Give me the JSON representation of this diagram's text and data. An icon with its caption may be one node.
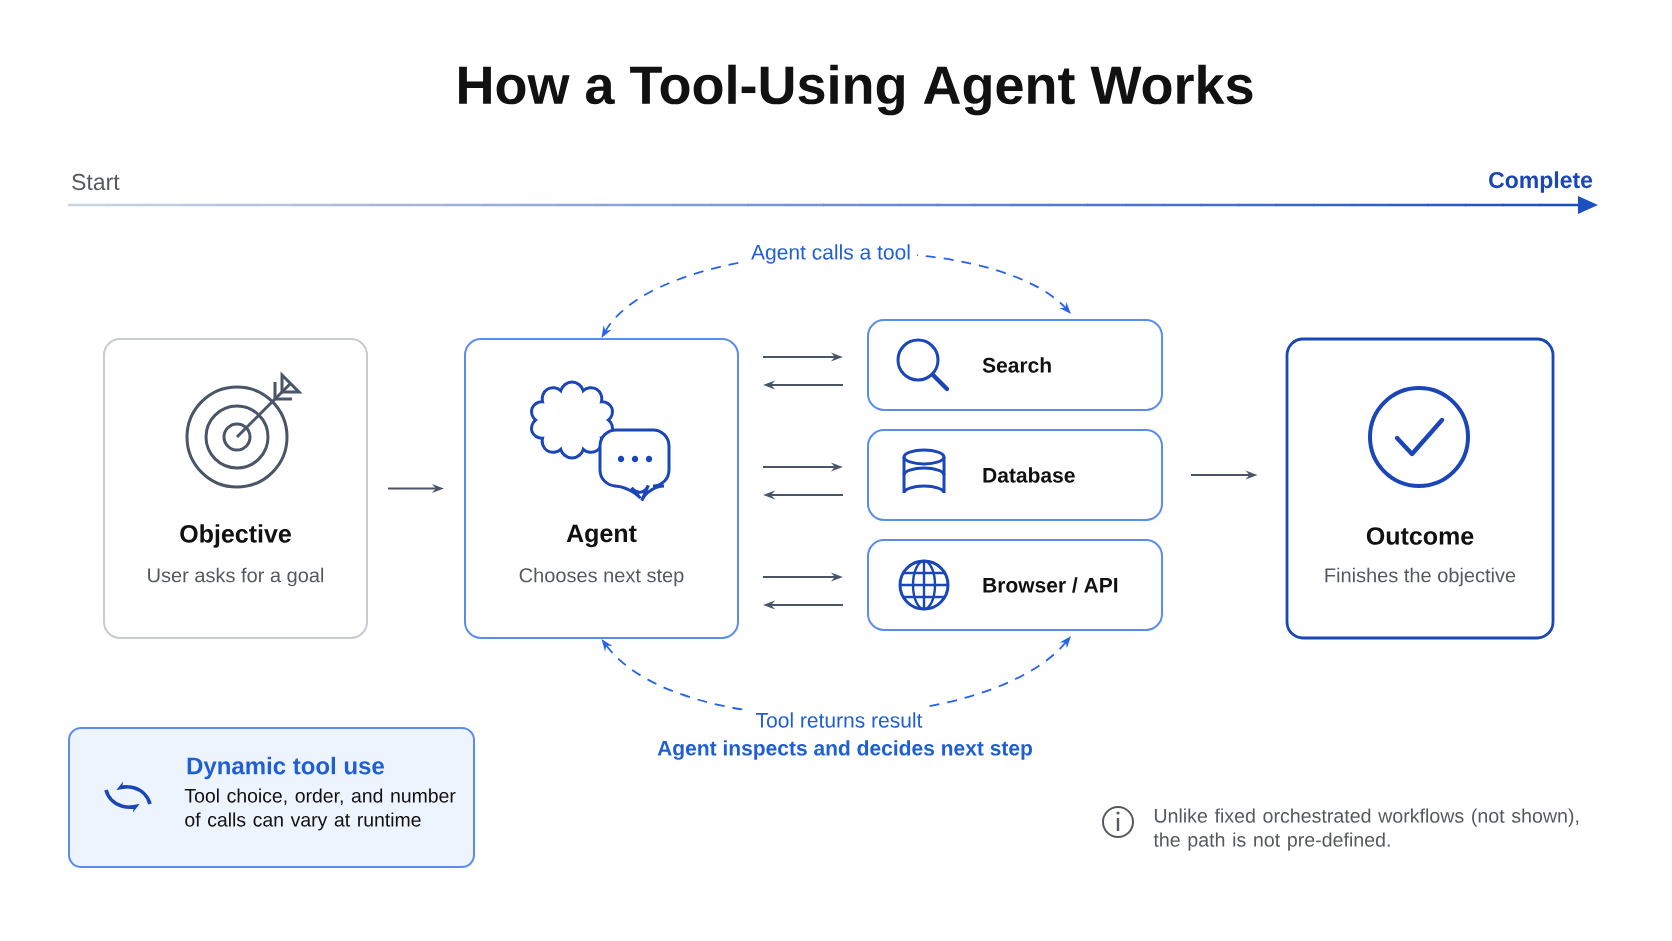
{
  "diagram": {
    "title": "How a Tool-Using Agent Works",
    "nodes": [
      {
        "text": [
          "Objective",
          "User asks for a goal"
        ]
      },
      {
        "text": [
          "Agent",
          "Chooses next step"
        ]
      },
      {
        "text": [
          "Search"
        ]
      },
      {
        "text": [
          "Database"
        ]
      },
      {
        "text": [
          "Browser / API"
        ]
      },
      {
        "text": [
          "Outcome",
          "Finishes the objective"
        ]
      },
      {
        "text": [
          "Dynamic tool use",
          "Tool choice, order, and number of calls can vary at runtime"
        ]
      }
    ],
    "edges": [
      {
        "from": 0,
        "to": 1,
        "arrow": "to"
      },
      {
        "from": 1,
        "to": 2,
        "arrow": "to"
      },
      {
        "from": 2,
        "to": 1,
        "arrow": "to"
      },
      {
        "from": 1,
        "to": 3,
        "arrow": "to"
      },
      {
        "from": 3,
        "to": 1,
        "arrow": "to"
      },
      {
        "from": 1,
        "to": 4,
        "arrow": "to"
      },
      {
        "from": 4,
        "to": 1,
        "arrow": "to"
      },
      {
        "from": 3,
        "to": 5,
        "arrow": "to"
      },
      {
        "from": 1,
        "to": 2,
        "arrow": "both",
        "label": "Agent calls a tool",
        "style": "dashed",
        "color": "#2563eb"
      },
      {
        "from": 4,
        "to": 1,
        "arrow": "both",
        "label": "Tool returns result",
        "style": "dashed",
        "color": "#2563eb"
      }
    ],
    "labels": [
      "Start",
      "Complete",
      "Agent inspects and decides next step",
      "Unlike fixed orchestrated workflows (not shown), the path is not pre-defined."
    ]
  }
}
